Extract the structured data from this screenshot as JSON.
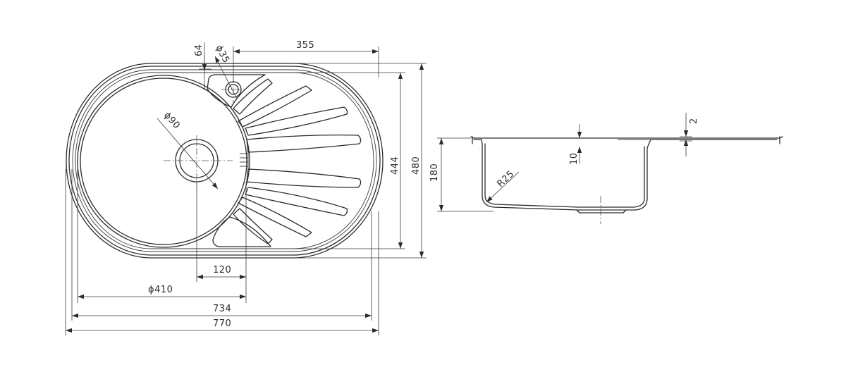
{
  "dimensions": {
    "d64": "64",
    "d35": "ϕ35",
    "d355": "355",
    "d90": "ϕ90",
    "d444": "444",
    "d480": "480",
    "d120": "120",
    "d410": "ϕ410",
    "d734": "734",
    "d770": "770",
    "d2": "2",
    "d10": "10",
    "d180": "180",
    "r25": "R25"
  },
  "colors": {
    "line": "#2b2b2b",
    "background": "#ffffff"
  }
}
